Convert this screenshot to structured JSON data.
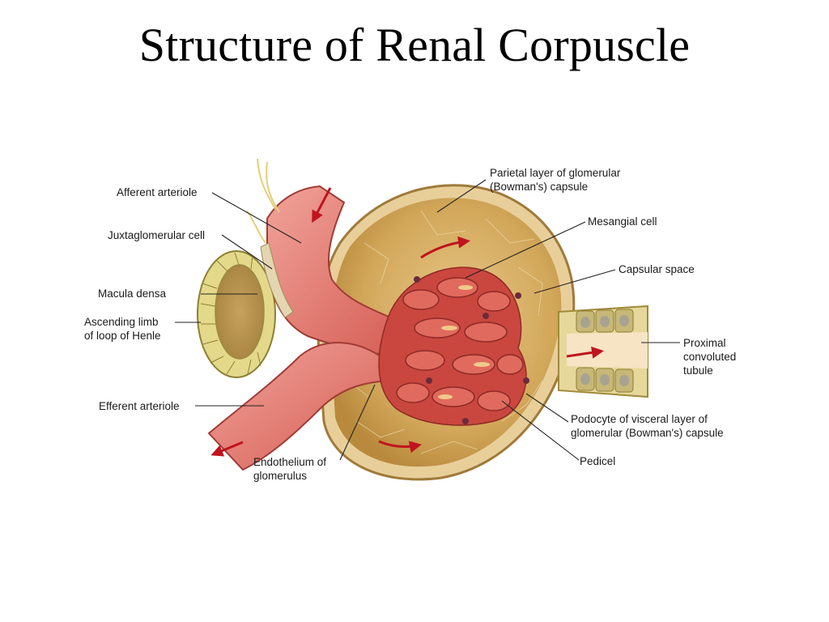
{
  "title": "Structure of Renal Corpuscle",
  "colors": {
    "capsule": "#c99a4a",
    "vessel": "#d8665c",
    "glomerulus": "#c9473f",
    "tubule": "#d9cf7a",
    "flow_arrow": "#c0141e"
  },
  "labels": {
    "afferent_arteriole": "Afferent arteriole",
    "juxtaglomerular_cell": "Juxtaglomerular cell",
    "macula_densa": "Macula densa",
    "ascending_limb_1": "Ascending limb",
    "ascending_limb_2": "of loop of Henle",
    "efferent_arteriole": "Efferent arteriole",
    "endothelium_1": "Endothelium of",
    "endothelium_2": "glomerulus",
    "parietal_1": "Parietal layer of glomerular",
    "parietal_2": "(Bowman's) capsule",
    "mesangial_cell": "Mesangial cell",
    "capsular_space": "Capsular space",
    "proximal_1": "Proximal",
    "proximal_2": "convoluted",
    "proximal_3": "tubule",
    "podocyte_1": "Podocyte of visceral layer of",
    "podocyte_2": "glomerular (Bowman's) capsule",
    "pedicel": "Pedicel"
  }
}
